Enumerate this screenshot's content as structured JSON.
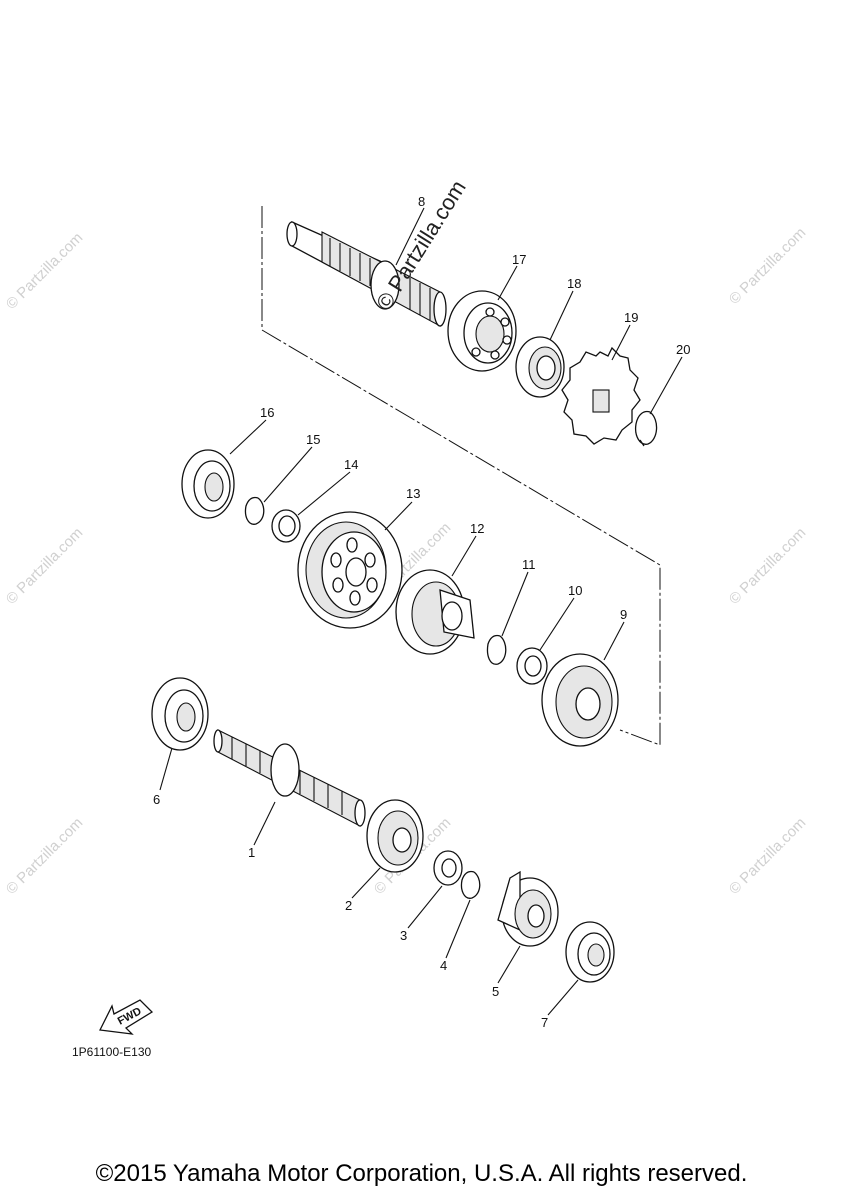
{
  "diagram": {
    "part_code": "1P61100-E130",
    "fwd_label": "FWD",
    "copyright": "©2015 Yamaha Motor Corporation, U.S.A. All rights reserved.",
    "watermark_main": "© Partzilla.com",
    "watermark_small": "© Partzilla.com",
    "callouts": [
      "1",
      "2",
      "3",
      "4",
      "5",
      "6",
      "7",
      "8",
      "9",
      "10",
      "11",
      "12",
      "13",
      "14",
      "15",
      "16",
      "17",
      "18",
      "19",
      "20"
    ]
  }
}
